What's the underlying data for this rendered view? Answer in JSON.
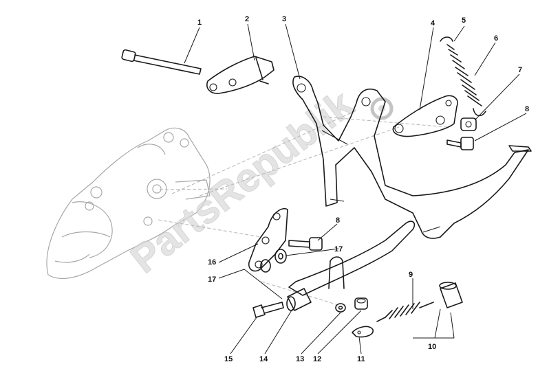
{
  "watermark": {
    "text": "PartsRepublik"
  },
  "callouts": [
    {
      "id": "c1",
      "label": "1"
    },
    {
      "id": "c2",
      "label": "2"
    },
    {
      "id": "c3",
      "label": "3"
    },
    {
      "id": "c4",
      "label": "4"
    },
    {
      "id": "c5",
      "label": "5"
    },
    {
      "id": "c6",
      "label": "6"
    },
    {
      "id": "c7",
      "label": "7"
    },
    {
      "id": "c8a",
      "label": "8"
    },
    {
      "id": "c8b",
      "label": "8"
    },
    {
      "id": "c9",
      "label": "9"
    },
    {
      "id": "c10",
      "label": "10"
    },
    {
      "id": "c11",
      "label": "11"
    },
    {
      "id": "c12",
      "label": "12"
    },
    {
      "id": "c13",
      "label": "13"
    },
    {
      "id": "c14",
      "label": "14"
    },
    {
      "id": "c15",
      "label": "15"
    },
    {
      "id": "c16",
      "label": "16"
    },
    {
      "id": "c17a",
      "label": "17"
    },
    {
      "id": "c17b",
      "label": "17"
    }
  ]
}
